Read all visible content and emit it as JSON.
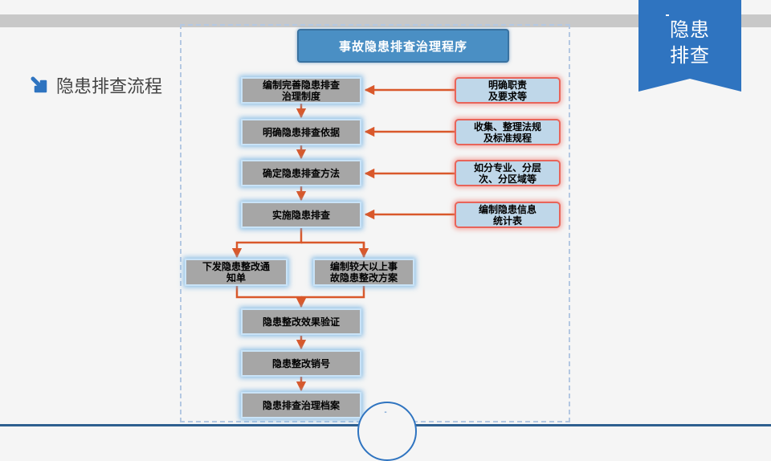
{
  "corner_badge": {
    "text": "隐患\n排查",
    "color": "#2f74c0"
  },
  "section_title": {
    "label": "隐患排查流程",
    "icon": "arrow-down-right-icon"
  },
  "diagram": {
    "title": "事故隐患排查治理程序",
    "steps": [
      "编制完善隐患排查\n治理制度",
      "明确隐患排查依据",
      "确定隐患排查方法",
      "实施隐患排查",
      "下发隐患整改通\n知单",
      "编制较大以上事\n故隐患整改方案",
      "隐患整改效果验证",
      "隐患整改销号",
      "隐患排查治理档案"
    ],
    "notes": [
      "明确职责\n及要求等",
      "收集、整理法规\n及标准规程",
      "如分专业、分层\n次、分区域等",
      "编制隐患信息\n统计表"
    ],
    "colors": {
      "arrow": "#d9582b",
      "step_fill": "#a6a6a6",
      "note_fill": "#bfd7e9",
      "note_border": "#e8645a"
    }
  },
  "footer": {
    "page_number": "-"
  }
}
